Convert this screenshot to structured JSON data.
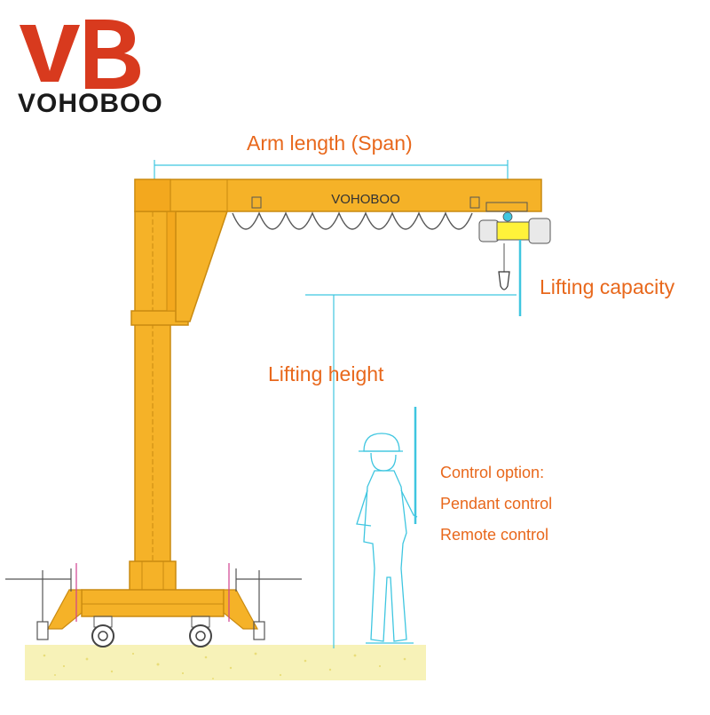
{
  "brand": {
    "logo_text": "VOHOBOO",
    "beam_text": "VOHOBOO"
  },
  "labels": {
    "arm_length": "Arm length (Span)",
    "lifting_capacity": "Lifting capacity",
    "lifting_height": "Lifting height"
  },
  "control": {
    "title": "Control option:",
    "options": [
      "Pendant control",
      "Remote control"
    ]
  },
  "colors": {
    "crane_yellow": "#f5b228",
    "crane_outline": "#c98a10",
    "label_orange": "#e8681c",
    "logo_red": "#d83a1e",
    "dimension_cyan": "#3fc6e0",
    "ground": "#f5eea8"
  }
}
